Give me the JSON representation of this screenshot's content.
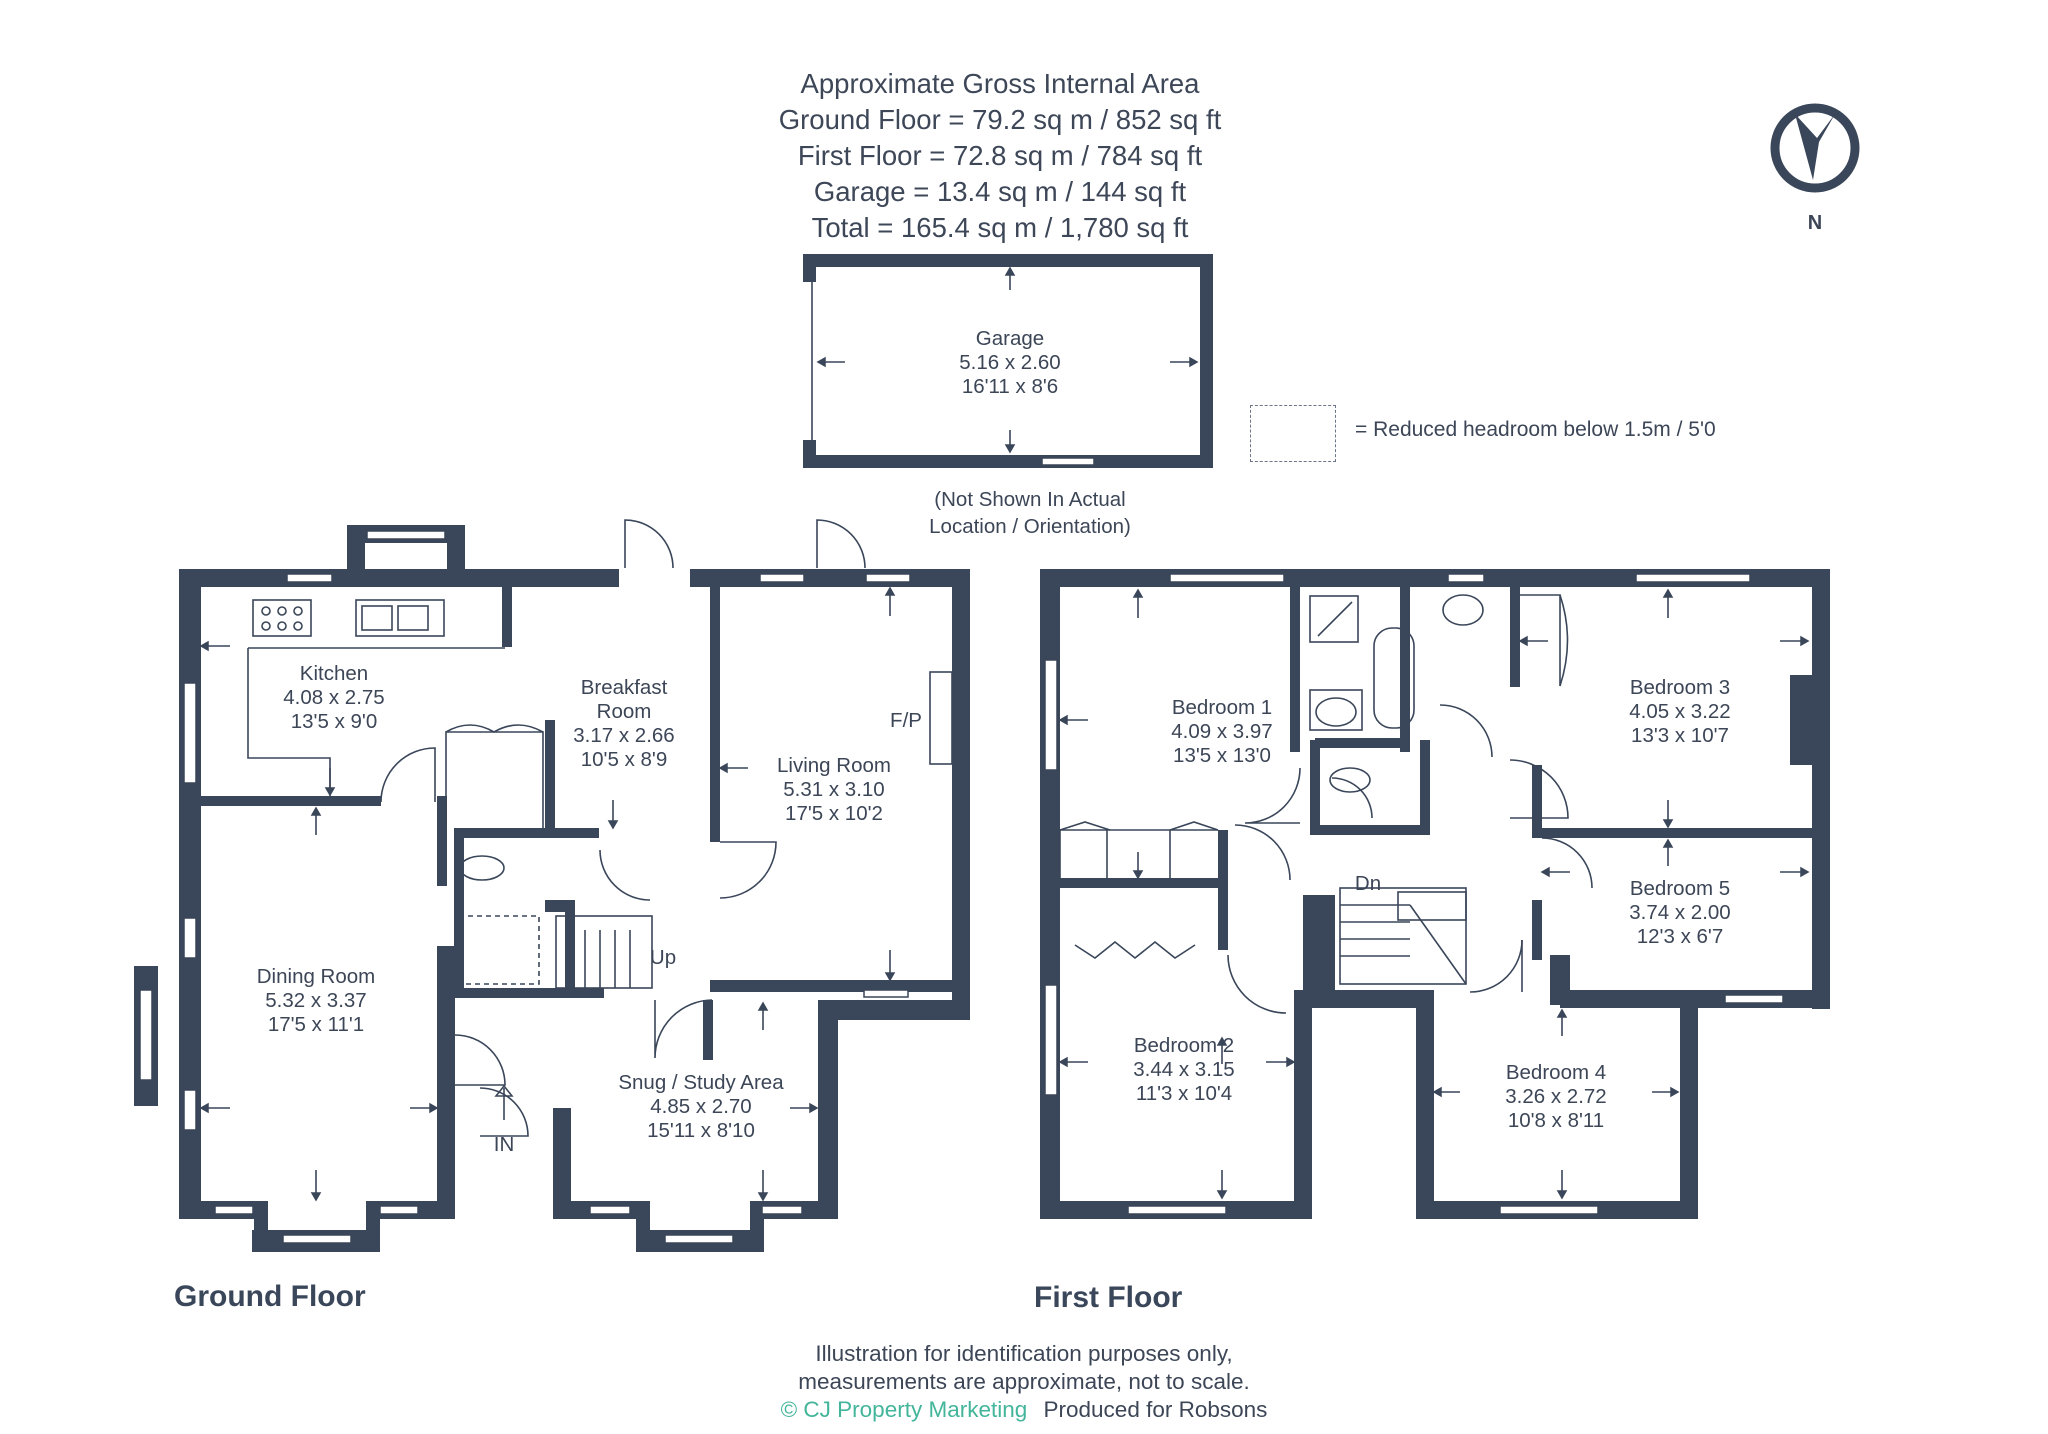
{
  "header": {
    "title": "Approximate Gross Internal Area",
    "ground": "Ground Floor = 79.2 sq m / 852 sq ft",
    "first": "First Floor = 72.8 sq m / 784 sq ft",
    "garage": "Garage = 13.4 sq m / 144 sq ft",
    "total": "Total = 165.4 sq m / 1,780 sq ft"
  },
  "compass": {
    "letter": "N",
    "icon": "north-arrow-icon"
  },
  "legend": {
    "text": "= Reduced headroom below 1.5m / 5'0"
  },
  "garage_note": {
    "line1": "(Not Shown In Actual",
    "line2": "Location / Orientation)"
  },
  "rooms": {
    "garage": {
      "name": "Garage",
      "metric": "5.16 x 2.60",
      "imperial": "16'11 x 8'6"
    },
    "kitchen": {
      "name": "Kitchen",
      "metric": "4.08 x 2.75",
      "imperial": "13'5 x 9'0"
    },
    "breakfast": {
      "name": "Breakfast",
      "name2": "Room",
      "metric": "3.17 x 2.66",
      "imperial": "10'5 x 8'9"
    },
    "living": {
      "name": "Living Room",
      "metric": "5.31 x 3.10",
      "imperial": "17'5 x 10'2"
    },
    "dining": {
      "name": "Dining Room",
      "metric": "5.32 x 3.37",
      "imperial": "17'5 x 11'1"
    },
    "snug": {
      "name": "Snug / Study Area",
      "metric": "4.85 x 2.70",
      "imperial": "15'11 x 8'10"
    },
    "bed1": {
      "name": "Bedroom 1",
      "metric": "4.09 x 3.97",
      "imperial": "13'5 x 13'0"
    },
    "bed2": {
      "name": "Bedroom 2",
      "metric": "3.44 x 3.15",
      "imperial": "11'3 x 10'4"
    },
    "bed3": {
      "name": "Bedroom 3",
      "metric": "4.05 x 3.22",
      "imperial": "13'3 x 10'7"
    },
    "bed4": {
      "name": "Bedroom 4",
      "metric": "3.26 x 2.72",
      "imperial": "10'8 x 8'11"
    },
    "bed5": {
      "name": "Bedroom 5",
      "metric": "3.74 x 2.00",
      "imperial": "12'3 x 6'7"
    }
  },
  "markers": {
    "fp": "F/P",
    "up": "Up",
    "dn": "Dn",
    "in": "IN"
  },
  "floors": {
    "ground": "Ground Floor",
    "first": "First Floor"
  },
  "footer": {
    "line1": "Illustration for identification purposes only,",
    "line2": "measurements are approximate, not to scale.",
    "brand": "© CJ Property Marketing",
    "produced": "Produced for Robsons"
  },
  "colors": {
    "wall": "#3a4659",
    "text": "#3c4657",
    "brand": "#43b59a"
  }
}
